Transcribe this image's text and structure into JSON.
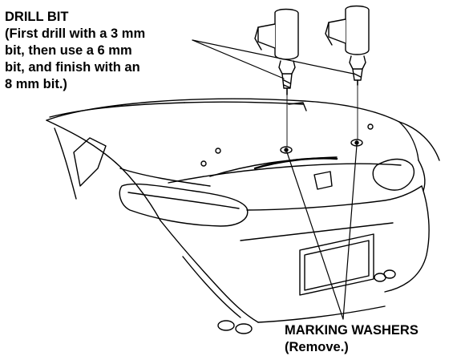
{
  "callouts": {
    "drill_bit": {
      "title": "DRILL BIT",
      "lines": [
        "(First drill with a 3 mm",
        "bit, then use a 6 mm",
        "bit, and finish with an",
        "8 mm bit.)"
      ]
    },
    "marking_washers": {
      "title": "MARKING WASHERS",
      "note": "(Remove.)"
    }
  },
  "colors": {
    "line": "#000000",
    "background": "#ffffff"
  }
}
